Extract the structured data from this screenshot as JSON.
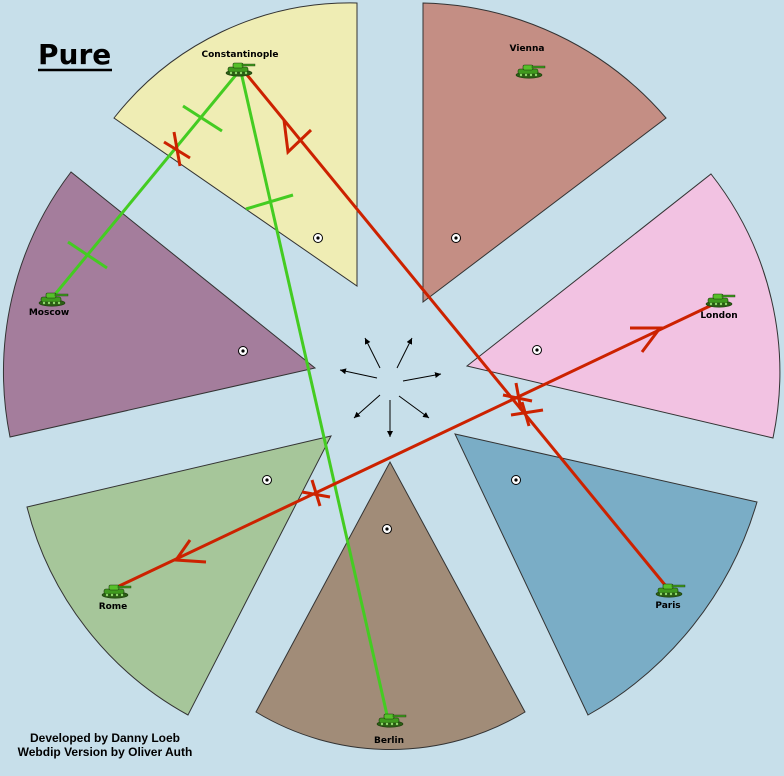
{
  "map": {
    "title": "Pure",
    "credits": [
      "Developed by Danny Loeb",
      "Webdip Version by Oliver Auth"
    ],
    "background_color": "#c7dfea",
    "provinces": [
      {
        "id": "constantinople",
        "label": "Constantinople",
        "color": "#efedb4"
      },
      {
        "id": "vienna",
        "label": "Vienna",
        "color": "#c48e84"
      },
      {
        "id": "london",
        "label": "London",
        "color": "#f2c2e2"
      },
      {
        "id": "paris",
        "label": "Paris",
        "color": "#7aadc6"
      },
      {
        "id": "berlin",
        "label": "Berlin",
        "color": "#a18c78"
      },
      {
        "id": "rome",
        "label": "Rome",
        "color": "#a6c69a"
      },
      {
        "id": "moscow",
        "label": "Moscow",
        "color": "#a47d9c"
      }
    ],
    "units": [
      {
        "province": "constantinople",
        "type": "army-tank"
      },
      {
        "province": "vienna",
        "type": "army-tank"
      },
      {
        "province": "london",
        "type": "army-tank"
      },
      {
        "province": "paris",
        "type": "army-tank"
      },
      {
        "province": "berlin",
        "type": "army-tank"
      },
      {
        "province": "rome",
        "type": "army-tank"
      },
      {
        "province": "moscow",
        "type": "army-tank"
      }
    ],
    "orders": [
      {
        "type": "support",
        "from": "constantinople",
        "to": "moscow",
        "color": "#44cc22",
        "failed": true
      },
      {
        "type": "support",
        "from": "berlin",
        "to": "constantinople",
        "color": "#44cc22",
        "failed": false
      },
      {
        "type": "move",
        "from": "paris",
        "to": "constantinople",
        "color": "#cc2200",
        "failed": true
      },
      {
        "type": "move",
        "from": "rome",
        "to": "london",
        "color": "#cc2200",
        "failed": true
      },
      {
        "type": "move",
        "from": "london",
        "to": "rome",
        "color": "#cc2200",
        "failed": true
      }
    ],
    "icons": {
      "unit": "tank-icon",
      "supply_center": "supply-center-icon",
      "compass": "compass-arrows-icon"
    }
  }
}
